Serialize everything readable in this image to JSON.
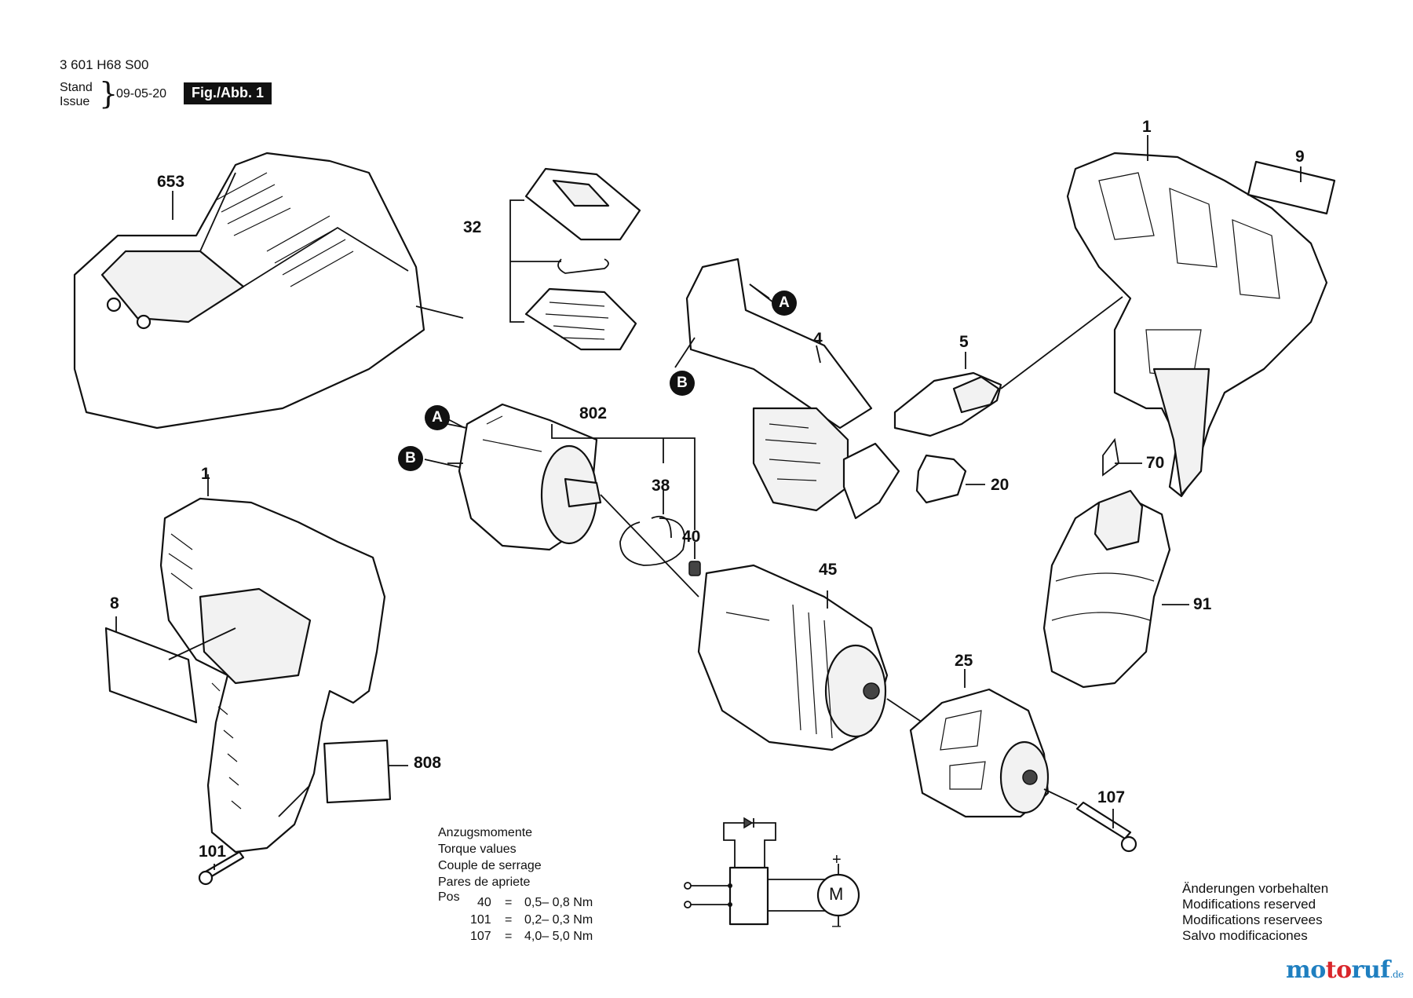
{
  "header": {
    "part_number": "3 601 H68 S00",
    "stand_label": "Stand",
    "issue_label": "Issue",
    "date": "09-05-20",
    "fig_label": "Fig./Abb. 1"
  },
  "callouts": {
    "c653": "653",
    "c32": "32",
    "cA_top": "A",
    "cB_top": "B",
    "c4": "4",
    "c5": "5",
    "c1_top": "1",
    "c9": "9",
    "c70": "70",
    "c20": "20",
    "cA_mid": "A",
    "cB_mid": "B",
    "c802": "802",
    "c38": "38",
    "c40": "40",
    "c45": "45",
    "c1_left": "1",
    "c8": "8",
    "c808": "808",
    "c101": "101",
    "c91": "91",
    "c25": "25",
    "c107": "107"
  },
  "torque": {
    "lines": [
      "Anzugsmomente",
      "Torque values",
      "Couple de serrage",
      "Pares de apriete"
    ],
    "pos_label": "Pos",
    "rows": [
      {
        "pos": "40",
        "eq": "=",
        "val": "0,5– 0,8 Nm"
      },
      {
        "pos": "101",
        "eq": "=",
        "val": "0,2– 0,3 Nm"
      },
      {
        "pos": "107",
        "eq": "=",
        "val": "4,0– 5,0 Nm"
      }
    ]
  },
  "circuit": {
    "motor_label": "M",
    "plus": "+",
    "minus": "–"
  },
  "notes": [
    "Änderungen vorbehalten",
    "Modifications reserved",
    "Modifications reservees",
    "Salvo modificaciones"
  ],
  "watermark": {
    "mo": "mo",
    "to": "to",
    "ruf": "ruf",
    "de": ".de"
  }
}
